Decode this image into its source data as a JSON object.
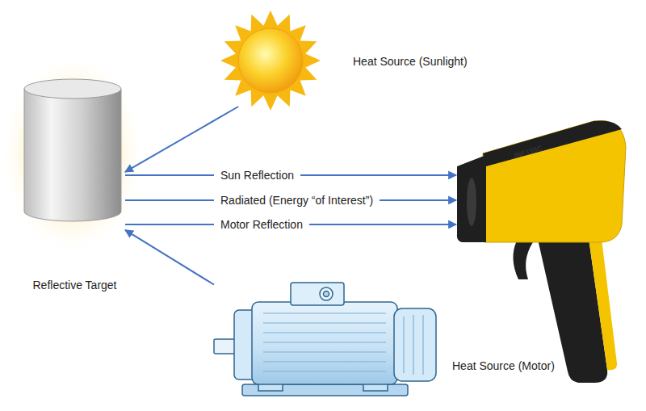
{
  "diagram": {
    "nodes": [
      {
        "text": [
          "Heat Source (Sunlight)"
        ]
      },
      {
        "text": [
          "Reflective Target"
        ]
      },
      {
        "text": [
          "INF155C"
        ]
      },
      {
        "text": [
          "Heat Source (Motor)"
        ]
      }
    ],
    "edges": [
      {
        "from": 0,
        "to": 1,
        "arrow": "to"
      },
      {
        "from": 1,
        "to": 2,
        "label": "Sun Reflection",
        "arrow": "to"
      },
      {
        "from": 1,
        "to": 2,
        "label": "Radiated (Energy “of Interest”)",
        "arrow": "to"
      },
      {
        "from": 1,
        "to": 2,
        "label": "Motor Reflection",
        "arrow": "to"
      },
      {
        "from": 3,
        "to": 1,
        "arrow": "to"
      }
    ]
  }
}
